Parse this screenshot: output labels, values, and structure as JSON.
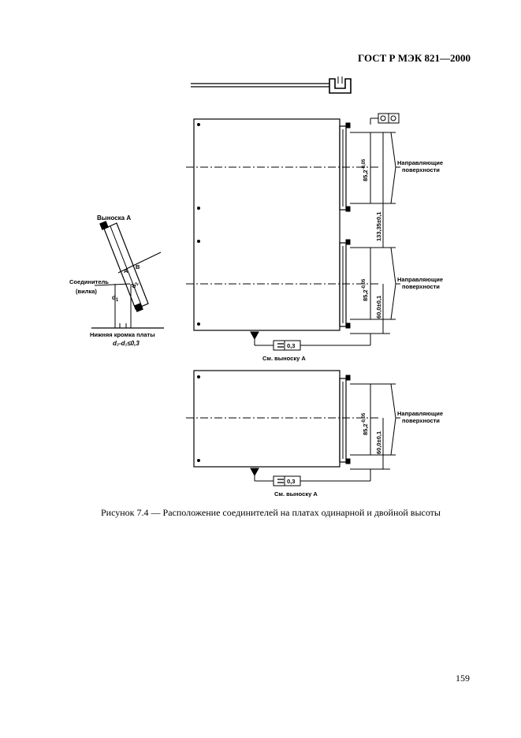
{
  "header": {
    "standard": "ГОСТ Р МЭК 821—2000"
  },
  "figure": {
    "caption": "Рисунок 7.4 — Расположение соединителей на платах одинарной и двойной высоты",
    "labels": {
      "vynoska": "Выноска А",
      "soedinitel_1": "Соединитель",
      "soedinitel_2": "(вилка)",
      "point_a": "А",
      "point_b": "В",
      "d2": "d",
      "d2_sub": "2",
      "d1": "d",
      "d1_sub": "1",
      "lower_edge": "Нижняя кромка платы",
      "tolerance": "d₂-d₁≤0,3",
      "napr1_a": "Направляющие",
      "napr1_b": "поверхности",
      "napr2_a": "Направляющие",
      "napr2_b": "поверхности",
      "napr3_a": "Направляющие",
      "napr3_b": "поверхности",
      "dim_85_top": "85,2",
      "dim_85_mid": "85,2",
      "dim_85_bot": "85,2",
      "dim_tol": "-0,05",
      "dim_133": "133,35±0,1",
      "dim_60_top": "60,0±0,1",
      "dim_60_bot": "60,0±0,1",
      "frame_03_top": "0,3",
      "frame_03_bot": "0,3",
      "see_a_top": "См. выноску А",
      "see_a_bot": "См. выноску А"
    }
  },
  "page": {
    "number": "159"
  }
}
